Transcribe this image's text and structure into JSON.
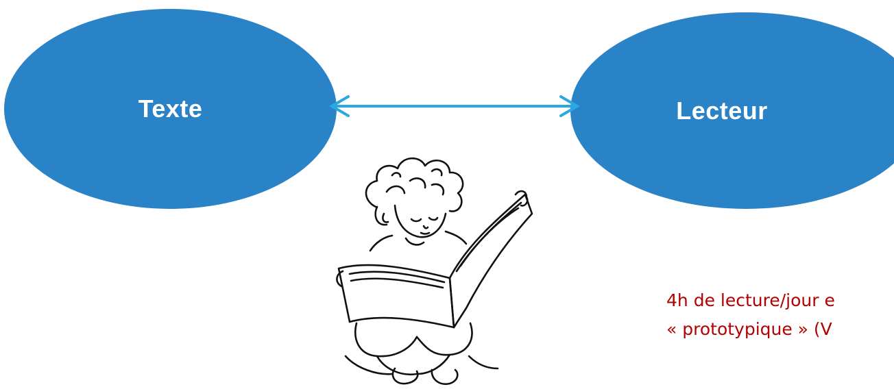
{
  "diagram": {
    "nodes": [
      {
        "id": "texte",
        "label": "Texte"
      },
      {
        "id": "lecteur",
        "label": "Lecteur"
      }
    ],
    "edge": {
      "from": "texte",
      "to": "lecteur",
      "direction": "both"
    },
    "colors": {
      "node_fill": "#2a82c7",
      "node_text": "#ffffff",
      "arrow": "#2aa9e0",
      "note_text": "#b30000"
    }
  },
  "illustration": {
    "icon": "child-reading-book-icon"
  },
  "note": {
    "line1": "4h de lecture/jour e",
    "line2": "« prototypique » (V"
  }
}
